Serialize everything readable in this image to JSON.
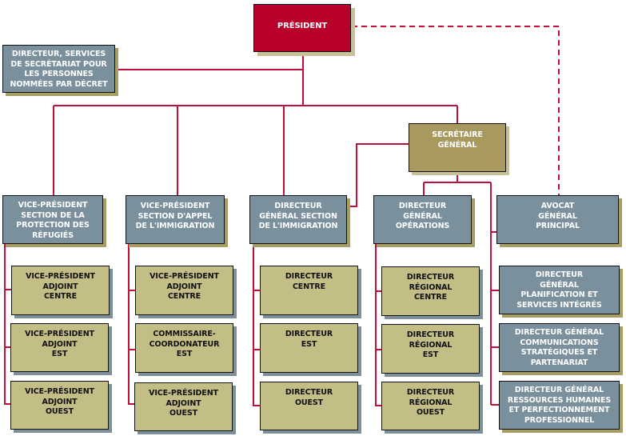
{
  "colors": {
    "connector": "#c0103a",
    "president_fill": "#b8002b",
    "slate_fill": "#7a909c",
    "olive_fill": "#c3bd86",
    "secretary_fill": "#a89a5e"
  },
  "president": {
    "label": "PRÉSIDENT"
  },
  "director_appointees": {
    "label": "DIRECTEUR, SERVICES\nDE SECRÉTARIAT POUR\nLES PERSONNES\nNOMMÉES PAR DÉCRET"
  },
  "secretary_general": {
    "label": "SECRÉTAIRE\nGÉNÉRAL"
  },
  "columns": [
    {
      "head": "VICE-PRÉSIDENT\nSECTION DE LA\nPROTECTION DES\nRÉFUGIÉS",
      "children": [
        "VICE-PRÉSIDENT\nADJOINT\nCENTRE",
        "VICE-PRÉSIDENT\nADJOINT\nEST",
        "VICE-PRÉSIDENT\nADJOINT\nOUEST"
      ]
    },
    {
      "head": "VICE-PRÉSIDENT\nSECTION D'APPEL\nDE L'IMMIGRATION",
      "children": [
        "VICE-PRÉSIDENT\nADJOINT\nCENTRE",
        "COMMISSAIRE-\nCOORDONATEUR\nEST",
        "VICE-PRÉSIDENT\nADJOINT\nOUEST"
      ]
    },
    {
      "head": "DIRECTEUR\nGÉNÉRAL SECTION\nDE L'IMMIGRATION",
      "children": [
        "DIRECTEUR\nCENTRE",
        "DIRECTEUR\nEST",
        "DIRECTEUR\nOUEST"
      ]
    },
    {
      "head": "DIRECTEUR\nGÉNÉRAL\nOPÉRATIONS",
      "children": [
        "DIRECTEUR\nRÉGIONAL\nCENTRE",
        "DIRECTEUR\nRÉGIONAL\nEST",
        "DIRECTEUR\nRÉGIONAL\nOUEST"
      ]
    },
    {
      "head": "AVOCAT\nGÉNÉRAL\nPRINCIPAL",
      "children": []
    }
  ],
  "secretariat_units": [
    "DIRECTEUR\nGÉNÉRAL\nPLANIFICATION ET\nSERVICES INTÉGRÉS",
    "DIRECTEUR GÉNÉRAL\nCOMMUNICATIONS\nSTRATÉGIQUES ET\nPARTENARIAT",
    "DIRECTEUR GÉNÉRAL\nRESSOURCES HUMAINES\nET PERFECTIONNEMENT\nPROFESSIONNEL"
  ]
}
